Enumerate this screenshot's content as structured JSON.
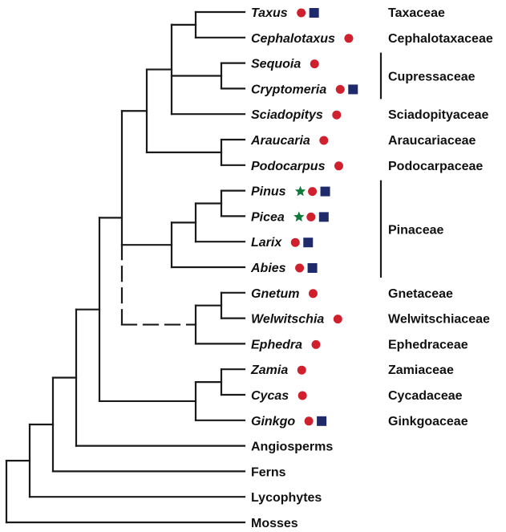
{
  "colors": {
    "line": "#1a1a1a",
    "circle": "#d0202e",
    "square": "#1f2a6b",
    "star": "#0f7a3a"
  },
  "taxa": [
    {
      "name": "Taxus",
      "italic": true,
      "markers": [
        "circle-marker",
        "square-marker"
      ],
      "family": "Taxaceae"
    },
    {
      "name": "Cephalotaxus",
      "italic": true,
      "markers": [
        "circle-marker"
      ],
      "family": "Cephalotaxaceae"
    },
    {
      "name": "Sequoia",
      "italic": true,
      "markers": [
        "circle-marker"
      ],
      "family": ""
    },
    {
      "name": "Cryptomeria",
      "italic": true,
      "markers": [
        "circle-marker",
        "square-marker"
      ],
      "family": ""
    },
    {
      "name": "Sciadopitys",
      "italic": true,
      "markers": [
        "circle-marker"
      ],
      "family": "Sciadopityaceae"
    },
    {
      "name": "Araucaria",
      "italic": true,
      "markers": [
        "circle-marker"
      ],
      "family": "Araucariaceae"
    },
    {
      "name": "Podocarpus",
      "italic": true,
      "markers": [
        "circle-marker"
      ],
      "family": "Podocarpaceae"
    },
    {
      "name": "Pinus",
      "italic": true,
      "markers": [
        "star-marker",
        "circle-marker",
        "square-marker"
      ],
      "family": ""
    },
    {
      "name": "Picea",
      "italic": true,
      "markers": [
        "star-marker",
        "circle-marker",
        "square-marker"
      ],
      "family": ""
    },
    {
      "name": "Larix",
      "italic": true,
      "markers": [
        "circle-marker",
        "square-marker"
      ],
      "family": ""
    },
    {
      "name": "Abies",
      "italic": true,
      "markers": [
        "circle-marker",
        "square-marker"
      ],
      "family": ""
    },
    {
      "name": "Gnetum",
      "italic": true,
      "markers": [
        "circle-marker"
      ],
      "family": "Gnetaceae"
    },
    {
      "name": "Welwitschia",
      "italic": true,
      "markers": [
        "circle-marker"
      ],
      "family": "Welwitschiaceae"
    },
    {
      "name": "Ephedra",
      "italic": true,
      "markers": [
        "circle-marker"
      ],
      "family": "Ephedraceae"
    },
    {
      "name": "Zamia",
      "italic": true,
      "markers": [
        "circle-marker"
      ],
      "family": "Zamiaceae"
    },
    {
      "name": "Cycas",
      "italic": true,
      "markers": [
        "circle-marker"
      ],
      "family": "Cycadaceae"
    },
    {
      "name": "Ginkgo",
      "italic": true,
      "markers": [
        "circle-marker",
        "square-marker"
      ],
      "family": "Ginkgoaceae"
    },
    {
      "name": "Angiosperms",
      "italic": false,
      "markers": [],
      "family": ""
    },
    {
      "name": "Ferns",
      "italic": false,
      "markers": [],
      "family": ""
    },
    {
      "name": "Lycophytes",
      "italic": false,
      "markers": [],
      "family": ""
    },
    {
      "name": "Mosses",
      "italic": false,
      "markers": [],
      "family": ""
    }
  ],
  "groups": [
    {
      "label": "Cupressaceae",
      "first": 2,
      "last": 3
    },
    {
      "label": "Pinaceae",
      "first": 7,
      "last": 10
    }
  ]
}
